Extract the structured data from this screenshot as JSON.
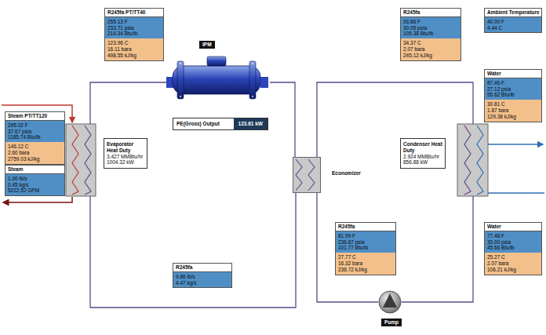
{
  "diagram": {
    "nodes": [
      {
        "text": [
          "R245fa PT/TT40",
          "255.13 F",
          "233.71 psia",
          "214.34 Btu/lb",
          "123.96 C",
          "16.11 bara",
          "498.55 kJ/kg"
        ]
      },
      {
        "text": [
          "IPM"
        ]
      },
      {
        "text": [
          "R245fa",
          "93.86 F",
          "30.05 psia",
          "105.38 Btu/lb",
          "34.37 C",
          "2.07 bara",
          "245.12 kJ/kg"
        ]
      },
      {
        "text": [
          "Ambient Temperature",
          "40.00 F",
          "4.44 C"
        ]
      },
      {
        "text": [
          "Steam PT/TT120",
          "295.02 F",
          "37.67 psia",
          "1185.74 Btu/lb",
          "146.12 C",
          "2.60 bara",
          "2759.03 kJ/kg"
        ]
      },
      {
        "text": [
          "Water",
          "87.46 F",
          "27.12 psia",
          "55.62 Btu/lb",
          "30.81 C",
          "1.87 bara",
          "129.38 kJ/kg"
        ]
      },
      {
        "text": [
          "Steam",
          "1.00 lb/s",
          "0.45 kg/s",
          "5222.52 GPM"
        ]
      },
      {
        "text": [
          "Evaporator Heat Duty",
          "3.427 MMBtu/hr",
          "1004.32 kW"
        ]
      },
      {
        "text": [
          "PE(Gross) Output",
          "123.61 kW"
        ]
      },
      {
        "text": [
          "Condenser Heat Duty",
          "2.924 MMBtu/hr",
          "856.88 kW"
        ]
      },
      {
        "text": [
          "Economizer"
        ]
      },
      {
        "text": [
          "R245fa",
          "81.99 F",
          "236.67 psia",
          "101.77 Btu/lb",
          "27.77 C",
          "16.32 bara",
          "236.72 kJ/kg"
        ]
      },
      {
        "text": [
          "Water",
          "77.48 F",
          "30.00 psia",
          "45.66 Btu/lb",
          "25.27 C",
          "2.07 bara",
          "106.21 kJ/kg"
        ]
      },
      {
        "text": [
          "R245fa",
          "9.86 lb/s",
          "4.47 kg/s"
        ]
      },
      {
        "text": [
          "Pump"
        ]
      }
    ],
    "edges": [
      {
        "from": 1,
        "to": 10,
        "arrow": "none"
      },
      {
        "from": 14,
        "to": 10,
        "arrow": "none"
      }
    ]
  }
}
